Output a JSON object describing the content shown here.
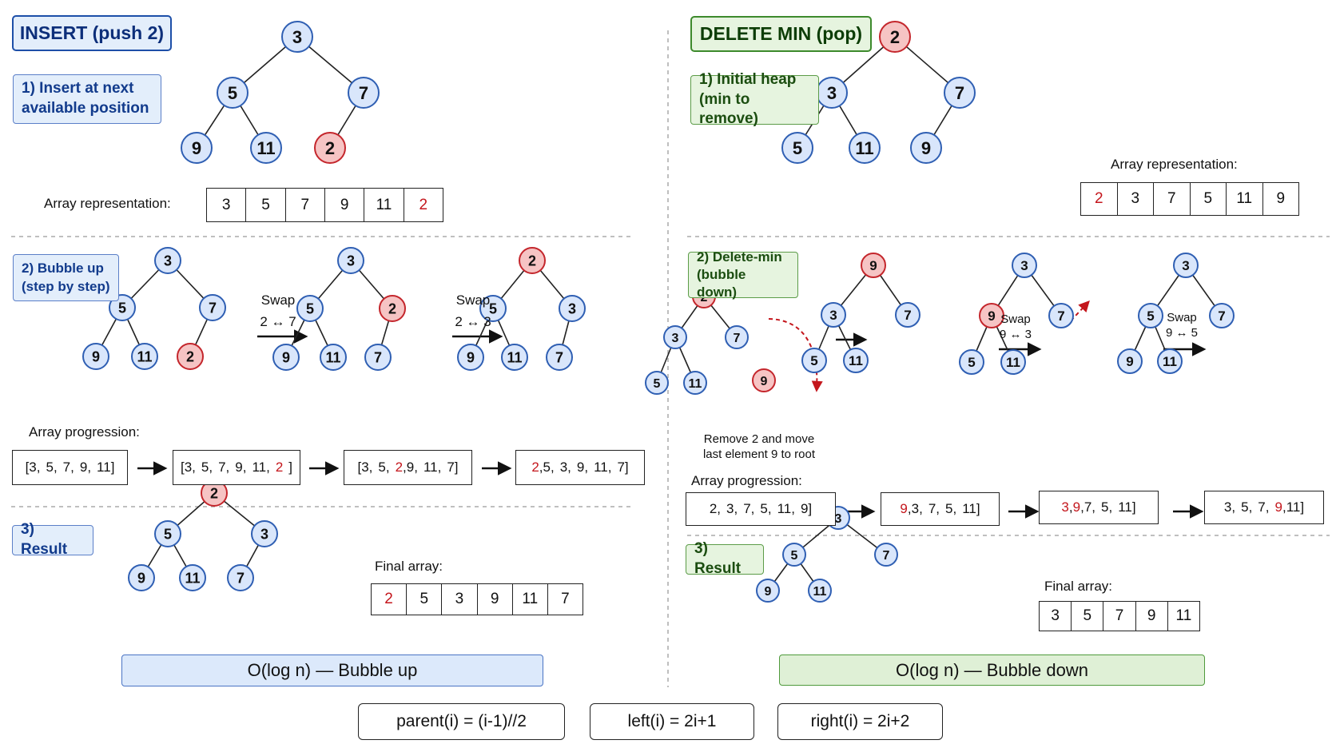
{
  "insert": {
    "title": "INSERT (push 2)",
    "step1": "1) Insert at next available position",
    "array_label": "Array representation:",
    "array": [
      "3",
      "5",
      "7",
      "9",
      "11",
      "2"
    ],
    "step2": "2) Bubble up (step by step)",
    "swap1": {
      "word": "Swap",
      "pair": "2 ↔ 7"
    },
    "swap2": {
      "word": "Swap",
      "pair": "2 ↔ 3"
    },
    "progression_label": "Array progression:",
    "progression": [
      [
        [
          "3,",
          ""
        ],
        [
          "5,",
          ""
        ],
        [
          "7,",
          ""
        ],
        [
          "9,",
          ""
        ],
        [
          "11]",
          ""
        ]
      ],
      [
        [
          "3,",
          ""
        ],
        [
          "5,",
          ""
        ],
        [
          "7,",
          ""
        ],
        [
          "9,",
          ""
        ],
        [
          "11,",
          ""
        ],
        [
          "2",
          "r"
        ],
        [
          "]",
          ""
        ]
      ],
      [
        [
          "3,",
          ""
        ],
        [
          "5,",
          ""
        ],
        [
          "2",
          "r"
        ],
        [
          ",",
          ""
        ],
        [
          "9,",
          ""
        ],
        [
          "11,",
          ""
        ],
        [
          "7]",
          ""
        ]
      ],
      [
        [
          "2",
          "r"
        ],
        [
          ",",
          ""
        ],
        [
          "5,",
          ""
        ],
        [
          "3,",
          ""
        ],
        [
          "9,",
          ""
        ],
        [
          "11,",
          ""
        ],
        [
          "7]",
          ""
        ]
      ]
    ],
    "step3": "3) Result",
    "final_label": "Final array:",
    "final_array": [
      "2",
      "5",
      "3",
      "9",
      "11",
      "7"
    ],
    "complexity": "O(log n) — Bubble up"
  },
  "delete": {
    "title": "DELETE MIN (pop)",
    "step1": "1) Initial heap (min to remove)",
    "array_label": "Array representation:",
    "array": [
      "2",
      "3",
      "7",
      "5",
      "11",
      "9"
    ],
    "step2": "2) Delete-min (bubble down)",
    "caption": "Remove 2 and move last element 9 to root",
    "swap1": {
      "word": "Swap",
      "pair": "9 ↔ 3"
    },
    "swap2": {
      "word": "Swap",
      "pair": "9 ↔ 5"
    },
    "progression_label": "Array progression:",
    "progression": [
      [
        [
          "2,",
          ""
        ],
        [
          "3,",
          ""
        ],
        [
          "7,",
          ""
        ],
        [
          "5,",
          ""
        ],
        [
          "11,",
          ""
        ],
        [
          "9]",
          ""
        ]
      ],
      [
        [
          "9",
          "r"
        ],
        [
          ",",
          ""
        ],
        [
          "3,",
          ""
        ],
        [
          "7,",
          ""
        ],
        [
          "5,",
          ""
        ],
        [
          "11]",
          ""
        ]
      ],
      [
        [
          "3",
          "r"
        ],
        [
          ",",
          ""
        ],
        [
          "9",
          "r"
        ],
        [
          ",",
          ""
        ],
        [
          "7,",
          ""
        ],
        [
          "5,",
          ""
        ],
        [
          "11]",
          ""
        ]
      ],
      [
        [
          "3,",
          ""
        ],
        [
          "5,",
          ""
        ],
        [
          "7,",
          ""
        ],
        [
          "9",
          "r"
        ],
        [
          ",",
          ""
        ],
        [
          "11]",
          ""
        ]
      ]
    ],
    "step3": "3) Result",
    "final_label": "Final array:",
    "final_array": [
      "3",
      "5",
      "7",
      "9",
      "11"
    ],
    "complexity": "O(log n) — Bubble down"
  },
  "formulas": [
    "parent(i) = (i-1)//2",
    "left(i) = 2i+1",
    "right(i) = 2i+2"
  ],
  "colors": {
    "node_fill": "#d9e6fb",
    "node_stroke": "#2f5fb3",
    "hl_fill": "#f6c4c4",
    "hl_stroke": "#c4262c",
    "accent_red": "#c4161c",
    "dashed_arrow": "#c4161c"
  },
  "trees": [
    {
      "name": "insert-initial-tree",
      "nodes": [
        [
          "3",
          ""
        ],
        [
          "5",
          ""
        ],
        [
          "7",
          ""
        ],
        [
          "9",
          ""
        ],
        [
          "11",
          ""
        ],
        [
          "2",
          "hl"
        ]
      ]
    },
    {
      "name": "bubble-step1-tree",
      "nodes": [
        [
          "3",
          ""
        ],
        [
          "5",
          ""
        ],
        [
          "7",
          ""
        ],
        [
          "9",
          ""
        ],
        [
          "11",
          ""
        ],
        [
          "2",
          "hl"
        ]
      ]
    },
    {
      "name": "bubble-step2-tree",
      "nodes": [
        [
          "3",
          ""
        ],
        [
          "5",
          ""
        ],
        [
          "2",
          "hl"
        ],
        [
          "9",
          ""
        ],
        [
          "11",
          ""
        ],
        [
          "7",
          ""
        ]
      ]
    },
    {
      "name": "bubble-step3-tree",
      "nodes": [
        [
          "2",
          "hl"
        ],
        [
          "5",
          ""
        ],
        [
          "3",
          ""
        ],
        [
          "9",
          ""
        ],
        [
          "11",
          ""
        ],
        [
          "7",
          ""
        ]
      ]
    },
    {
      "name": "insert-result-tree",
      "nodes": [
        [
          "2",
          "hl"
        ],
        [
          "5",
          ""
        ],
        [
          "3",
          ""
        ],
        [
          "9",
          ""
        ],
        [
          "11",
          ""
        ],
        [
          "7",
          ""
        ]
      ]
    },
    {
      "name": "delete-initial-tree",
      "nodes": [
        [
          "2",
          "hl"
        ],
        [
          "3",
          ""
        ],
        [
          "7",
          ""
        ],
        [
          "5",
          ""
        ],
        [
          "11",
          ""
        ],
        [
          "9",
          ""
        ]
      ]
    },
    {
      "name": "delete-step1-tree",
      "nodes": [
        [
          "2",
          "hl"
        ],
        [
          "3",
          ""
        ],
        [
          "7",
          ""
        ],
        [
          "5",
          ""
        ],
        [
          "11",
          ""
        ],
        [
          "9",
          "hl"
        ]
      ]
    },
    {
      "name": "delete-step2-tree",
      "nodes": [
        [
          "9",
          "hl"
        ],
        [
          "3",
          ""
        ],
        [
          "7",
          ""
        ],
        [
          "5",
          ""
        ],
        [
          "11",
          ""
        ]
      ]
    },
    {
      "name": "delete-step3-tree",
      "nodes": [
        [
          "3",
          ""
        ],
        [
          "9",
          "hl"
        ],
        [
          "7",
          ""
        ],
        [
          "5",
          ""
        ],
        [
          "11",
          ""
        ]
      ]
    },
    {
      "name": "delete-step4-tree",
      "nodes": [
        [
          "3",
          ""
        ],
        [
          "5",
          ""
        ],
        [
          "7",
          ""
        ],
        [
          "9",
          ""
        ],
        [
          "11",
          ""
        ]
      ]
    },
    {
      "name": "delete-result-tree",
      "nodes": [
        [
          "3",
          ""
        ],
        [
          "5",
          ""
        ],
        [
          "7",
          ""
        ],
        [
          "9",
          ""
        ],
        [
          "11",
          ""
        ]
      ]
    }
  ]
}
